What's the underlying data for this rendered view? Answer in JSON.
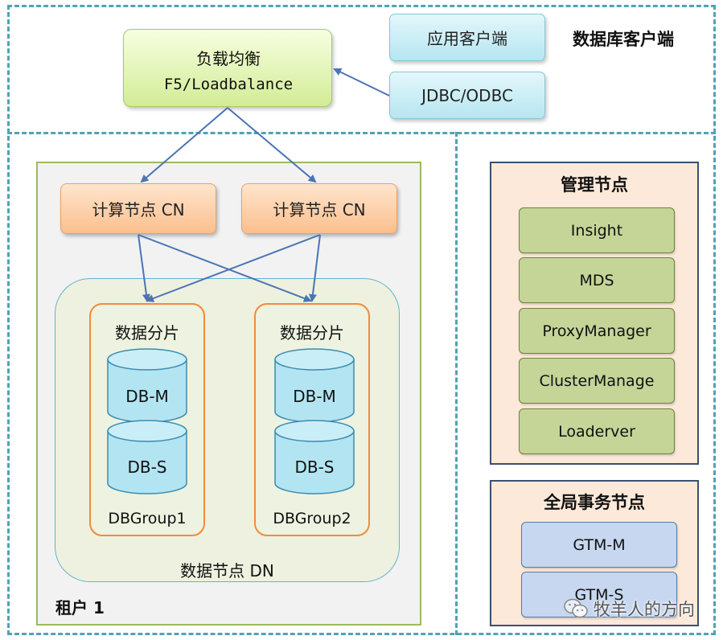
{
  "client": {
    "title": "数据库客户端",
    "app_client": "应用客户端",
    "driver": "JDBC/ODBC"
  },
  "load_balancer": {
    "line1": "负载均衡",
    "line2": "F5/Loadbalance"
  },
  "tenant": {
    "label": "租户 1",
    "compute_nodes": [
      "计算节点 CN",
      "计算节点 CN"
    ],
    "data_node_label": "数据节点 DN",
    "shards": [
      {
        "title": "数据分片",
        "master": "DB-M",
        "slave": "DB-S",
        "group": "DBGroup1"
      },
      {
        "title": "数据分片",
        "master": "DB-M",
        "slave": "DB-S",
        "group": "DBGroup2"
      }
    ]
  },
  "management": {
    "title": "管理节点",
    "items": [
      "Insight",
      "MDS",
      "ProxyManager",
      "ClusterManage",
      "Loaderver"
    ]
  },
  "gtm": {
    "title": "全局事务节点",
    "items": [
      "GTM-M",
      "GTM-S"
    ]
  },
  "watermark": {
    "text": "牧羊人的方向"
  },
  "colors": {
    "dashed_border": "#4fa3b5",
    "arrow": "#4a74b5",
    "shard_border": "#f08c3a",
    "panel_border": "#3b4f73"
  }
}
